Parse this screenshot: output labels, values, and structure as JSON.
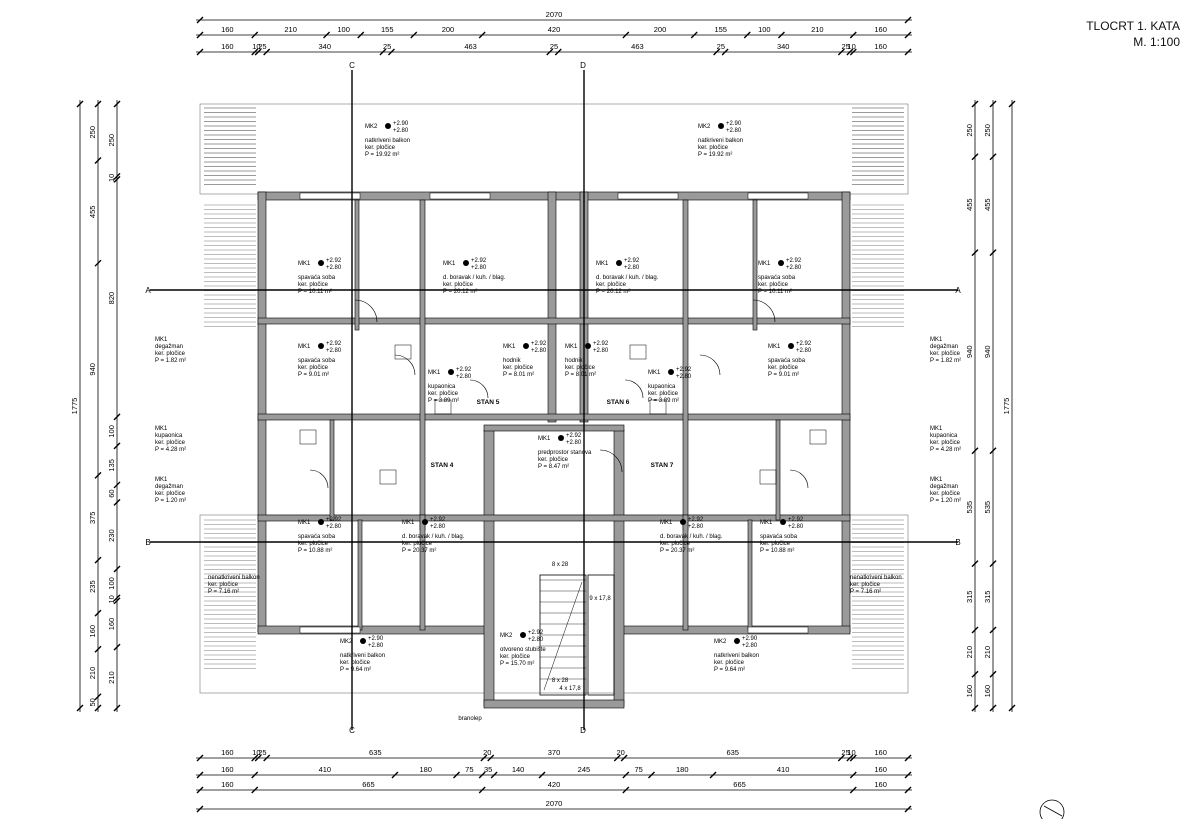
{
  "title": {
    "line1": "TLOCRT 1. KATA",
    "line2": "M. 1:100"
  },
  "dimensions": {
    "top_total": "2070",
    "top_row1": [
      "160",
      "210",
      "100",
      "155",
      "200",
      "420",
      "200",
      "155",
      "100",
      "210",
      "160"
    ],
    "top_row2": [
      "160",
      "10",
      "25",
      "340",
      "25",
      "463",
      "25",
      "463",
      "25",
      "340",
      "25",
      "10",
      "160"
    ],
    "bottom_row1": [
      "160",
      "10",
      "25",
      "635",
      "20",
      "370",
      "20",
      "635",
      "25",
      "10",
      "160"
    ],
    "bottom_row2": [
      "160",
      "410",
      "180",
      "75",
      "35",
      "140",
      "245",
      "75",
      "180",
      "410",
      "160"
    ],
    "bottom_row3": [
      "160",
      "665",
      "420",
      "665",
      "160"
    ],
    "bottom_total": "2070",
    "left_outer": [
      "250",
      "455",
      "940",
      "375",
      "235",
      "160",
      "210",
      "50"
    ],
    "left_inner": [
      "250",
      "10",
      "820",
      "100",
      "135",
      "60",
      "230",
      "100",
      "10",
      "160",
      "210"
    ],
    "left_total": "1775",
    "right_outer": [
      "250",
      "455",
      "940",
      "535",
      "315",
      "210",
      "160"
    ],
    "right_total": "1775"
  },
  "section_marks": [
    "A",
    "A",
    "B",
    "B",
    "C",
    "C",
    "D",
    "D"
  ],
  "rooms": [
    {
      "code": "MK2",
      "level_a": "+2.90",
      "level_b": "+2.80",
      "name": "natkriveni balkon",
      "floor": "ker. pločice",
      "area": "P = 19.92 m²"
    },
    {
      "code": "MK2",
      "level_a": "+2.90",
      "level_b": "+2.80",
      "name": "natkriveni balkon",
      "floor": "ker. pločice",
      "area": "P = 19.92 m²"
    },
    {
      "code": "MK1",
      "level_a": "+2.92",
      "level_b": "+2.80",
      "name": "spavaća soba",
      "floor": "ker. pločice",
      "area": "P = 10.11 m²"
    },
    {
      "code": "MK1",
      "level_a": "+2.92",
      "level_b": "+2.80",
      "name": "d. boravak / kuh. / blag.",
      "floor": "ker. pločice",
      "area": "P = 20.12 m²"
    },
    {
      "code": "MK1",
      "level_a": "+2.92",
      "level_b": "+2.80",
      "name": "d. boravak / kuh. / blag.",
      "floor": "ker. pločice",
      "area": "P = 20.12 m²"
    },
    {
      "code": "MK1",
      "level_a": "+2.92",
      "level_b": "+2.80",
      "name": "spavaća soba",
      "floor": "ker. pločice",
      "area": "P = 10.11 m²"
    },
    {
      "code": "MK1",
      "level_a": "",
      "level_b": "",
      "name": "degažman",
      "floor": "ker. pločice",
      "area": "P = 1.82 m²"
    },
    {
      "code": "MK1",
      "level_a": "+2.92",
      "level_b": "+2.80",
      "name": "spavaća soba",
      "floor": "ker. pločice",
      "area": "P = 9.01 m²"
    },
    {
      "code": "MK1",
      "level_a": "+2.92",
      "level_b": "+2.80",
      "name": "kupaonica",
      "floor": "ker. pločice",
      "area": "P = 3.89 m²"
    },
    {
      "code": "MK1",
      "level_a": "+2.92",
      "level_b": "+2.80",
      "name": "hodnik",
      "floor": "ker. pločice",
      "area": "P = 8.01 m²"
    },
    {
      "code": "MK1",
      "level_a": "+2.92",
      "level_b": "+2.80",
      "name": "hodnik",
      "floor": "ker. pločice",
      "area": "P = 8.01 m²"
    },
    {
      "code": "MK1",
      "level_a": "+2.92",
      "level_b": "+2.80",
      "name": "kupaonica",
      "floor": "ker. pločice",
      "area": "P = 3.89 m²"
    },
    {
      "code": "MK1",
      "level_a": "+2.92",
      "level_b": "+2.80",
      "name": "spavaća soba",
      "floor": "ker. pločice",
      "area": "P = 9.01 m²"
    },
    {
      "code": "MK1",
      "level_a": "",
      "level_b": "",
      "name": "degažman",
      "floor": "ker. pločice",
      "area": "P = 1.82 m²"
    },
    {
      "code": "MK1",
      "level_a": "",
      "level_b": "",
      "name": "kupaonica",
      "floor": "ker. pločice",
      "area": "P = 4.28 m²"
    },
    {
      "code": "MK1",
      "level_a": "+2.92",
      "level_b": "+2.80",
      "name": "predprostor stanova",
      "floor": "ker. pločice",
      "area": "P = 8.47 m²"
    },
    {
      "code": "MK1",
      "level_a": "",
      "level_b": "",
      "name": "kupaonica",
      "floor": "ker. pločice",
      "area": "P = 4.28 m²"
    },
    {
      "code": "MK1",
      "level_a": "",
      "level_b": "",
      "name": "degažman",
      "floor": "ker. pločice",
      "area": "P = 1.20 m²"
    },
    {
      "code": "MK1",
      "level_a": "",
      "level_b": "",
      "name": "degažman",
      "floor": "ker. pločice",
      "area": "P = 1.20 m²"
    },
    {
      "code": "MK1",
      "level_a": "+2.92",
      "level_b": "+2.80",
      "name": "spavaća soba",
      "floor": "ker. pločice",
      "area": "P = 10.88 m²"
    },
    {
      "code": "MK1",
      "level_a": "+2.92",
      "level_b": "+2.80",
      "name": "d. boravak / kuh. / blag.",
      "floor": "ker. pločice",
      "area": "P = 20.37 m²"
    },
    {
      "code": "MK1",
      "level_a": "+2.92",
      "level_b": "+2.80",
      "name": "d. boravak / kuh. / blag.",
      "floor": "ker. pločice",
      "area": "P = 20.37 m²"
    },
    {
      "code": "MK1",
      "level_a": "+2.92",
      "level_b": "+2.80",
      "name": "spavaća soba",
      "floor": "ker. pločice",
      "area": "P = 10.88 m²"
    },
    {
      "code": "",
      "level_a": "",
      "level_b": "",
      "name": "nenatkriveni balkon",
      "floor": "ker. pločice",
      "area": "P = 7.16 m²"
    },
    {
      "code": "",
      "level_a": "",
      "level_b": "",
      "name": "nenatkriveni balkon",
      "floor": "ker. pločice",
      "area": "P = 7.16 m²"
    },
    {
      "code": "MK2",
      "level_a": "+2.90",
      "level_b": "+2.80",
      "name": "natkriveni balkon",
      "floor": "ker. pločice",
      "area": "P = 9.64 m²"
    },
    {
      "code": "MK2",
      "level_a": "+2.92",
      "level_b": "+2.80",
      "name": "otvoreno stubište",
      "floor": "ker. pločice",
      "area": "P = 15.70 m²"
    },
    {
      "code": "MK2",
      "level_a": "+2.90",
      "level_b": "+2.80",
      "name": "natkriveni balkon",
      "floor": "ker. pločice",
      "area": "P = 9.64 m²"
    }
  ],
  "unit_labels": [
    "STAN 4",
    "STAN 5",
    "STAN 6",
    "STAN 7"
  ],
  "stair_labels": [
    "8 x 28",
    "9 x 17,8",
    "8 x 28",
    "4 x 17,8"
  ],
  "note_label": "branolep"
}
